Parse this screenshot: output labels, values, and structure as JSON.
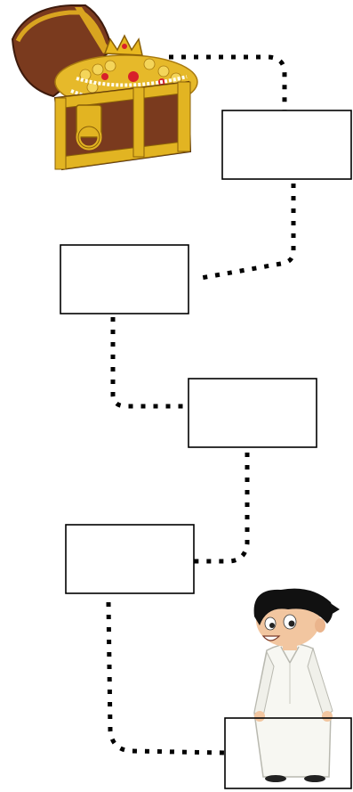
{
  "diagram": {
    "boxes": [
      {
        "id": "box-1",
        "text": ""
      },
      {
        "id": "box-2",
        "text": ""
      },
      {
        "id": "box-3",
        "text": ""
      },
      {
        "id": "box-4",
        "text": ""
      },
      {
        "id": "box-5",
        "text": ""
      }
    ],
    "illustrations": {
      "start": "boy-in-white-thobe",
      "goal": "treasure-chest"
    },
    "colors": {
      "path": "#000000",
      "box_border": "#000000",
      "chest_wood": "#7a3a1e",
      "chest_gold": "#e2b422",
      "thobe": "#f7f7f2",
      "hair": "#111111",
      "skin": "#f2c6a0"
    }
  }
}
